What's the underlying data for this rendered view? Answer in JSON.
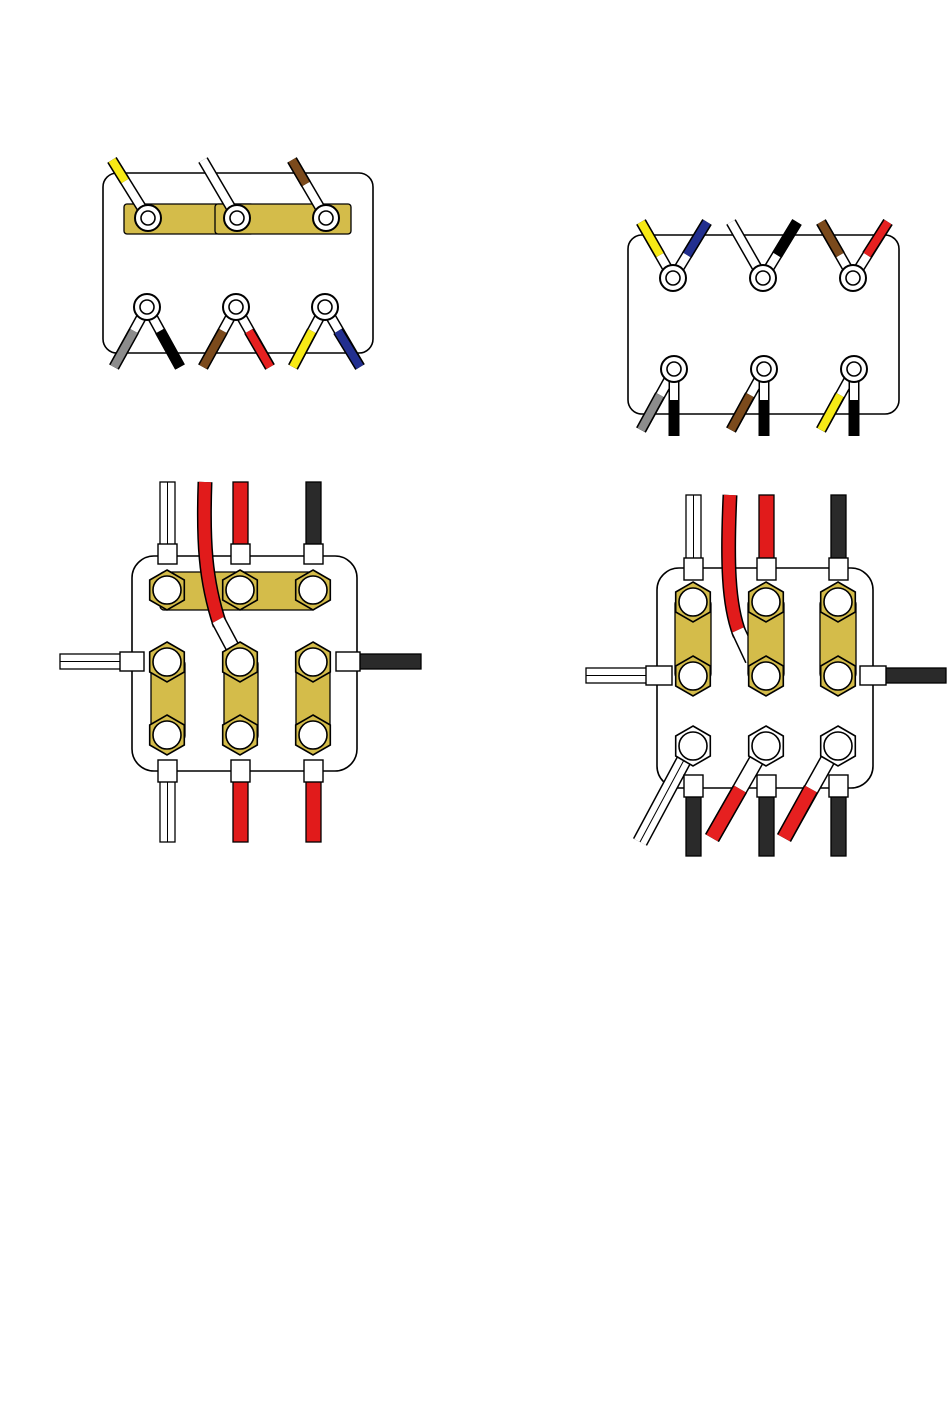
{
  "colors": {
    "background": "#ffffff",
    "outline": "#000000",
    "bridge": "#d4bc4a",
    "wire_white": "#ffffff",
    "wire_black": "#000000",
    "wire_dark": "#2a2a2a",
    "wire_red": "#e62020",
    "wire_red_dark": "#e11b1b",
    "wire_brown": "#7b4a1c",
    "wire_yellow": "#f7ea16",
    "wire_blue": "#222f8f",
    "wire_grey": "#8c8c8c"
  },
  "diagrams": [
    {
      "name": "delta-connection-terminal-block",
      "top_leads": [
        "yellow",
        "white",
        "brown"
      ],
      "bottom_leads": [
        [
          "grey",
          "black"
        ],
        [
          "brown",
          "red"
        ],
        [
          "yellow",
          "blue"
        ]
      ],
      "bridge_count": 2
    },
    {
      "name": "star-connection-terminal-block",
      "top_leads": [
        [
          "yellow",
          "blue"
        ],
        [
          "white",
          "black"
        ],
        [
          "brown",
          "red"
        ]
      ],
      "bottom_leads": [
        [
          "grey",
          "black"
        ],
        [
          "brown",
          "black"
        ],
        [
          "yellow",
          "black"
        ]
      ],
      "bridge_count": 0
    },
    {
      "name": "six-stud-block-horizontal-link",
      "bridge_count": 4
    },
    {
      "name": "six-stud-block-vertical-links",
      "bridge_count": 3
    }
  ]
}
